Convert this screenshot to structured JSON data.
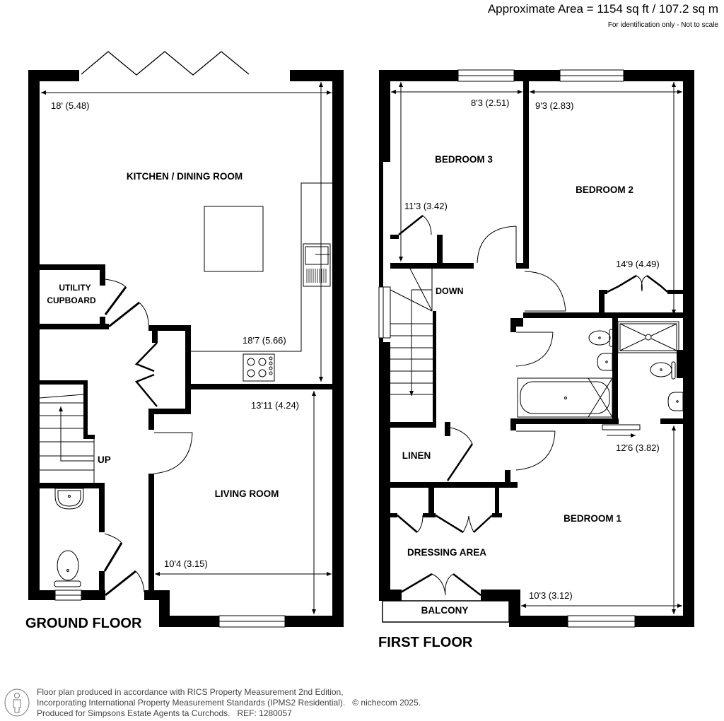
{
  "header": {
    "area": "Approximate Area = 1154 sq ft / 107.2 sq m",
    "note": "For identification only - Not to scale"
  },
  "ground_floor": {
    "label": "GROUND FLOOR",
    "rooms": {
      "kitchen": "KITCHEN / DINING ROOM",
      "utility": [
        "UTILITY",
        "CUPBOARD"
      ],
      "living": "LIVING ROOM",
      "stairs": "UP"
    },
    "dimensions": {
      "kitchen_width": "18' (5.48)",
      "kitchen_length": "18'7 (5.66)",
      "living_length": "13'11 (4.24)",
      "living_width": "10'4 (3.15)"
    }
  },
  "first_floor": {
    "label": "FIRST FLOOR",
    "rooms": {
      "bedroom3": "BEDROOM 3",
      "bedroom2": "BEDROOM 2",
      "bedroom1": "BEDROOM 1",
      "linen": "LINEN",
      "dressing": "DRESSING AREA",
      "balcony": "BALCONY",
      "stairs": "DOWN"
    },
    "dimensions": {
      "bed3_width": "8'3 (2.51)",
      "bed3_length": "11'3 (3.42)",
      "bed2_width": "9'3 (2.83)",
      "bed2_length": "14'9 (4.49)",
      "bed1_length": "12'6 (3.82)",
      "bed1_width": "10'3 (3.12)"
    }
  },
  "footer": {
    "line1": "Floor plan produced in accordance with RICS Property Measurement 2nd Edition,",
    "line2": "Incorporating International Property Measurement Standards (IPMS2 Residential).",
    "copyright": "© nichecom 2025.",
    "line3": "Produced for Simpsons Estate Agents ta Curchods.   REF: 1280057",
    "logo_icon": "person-in-circle-icon"
  }
}
